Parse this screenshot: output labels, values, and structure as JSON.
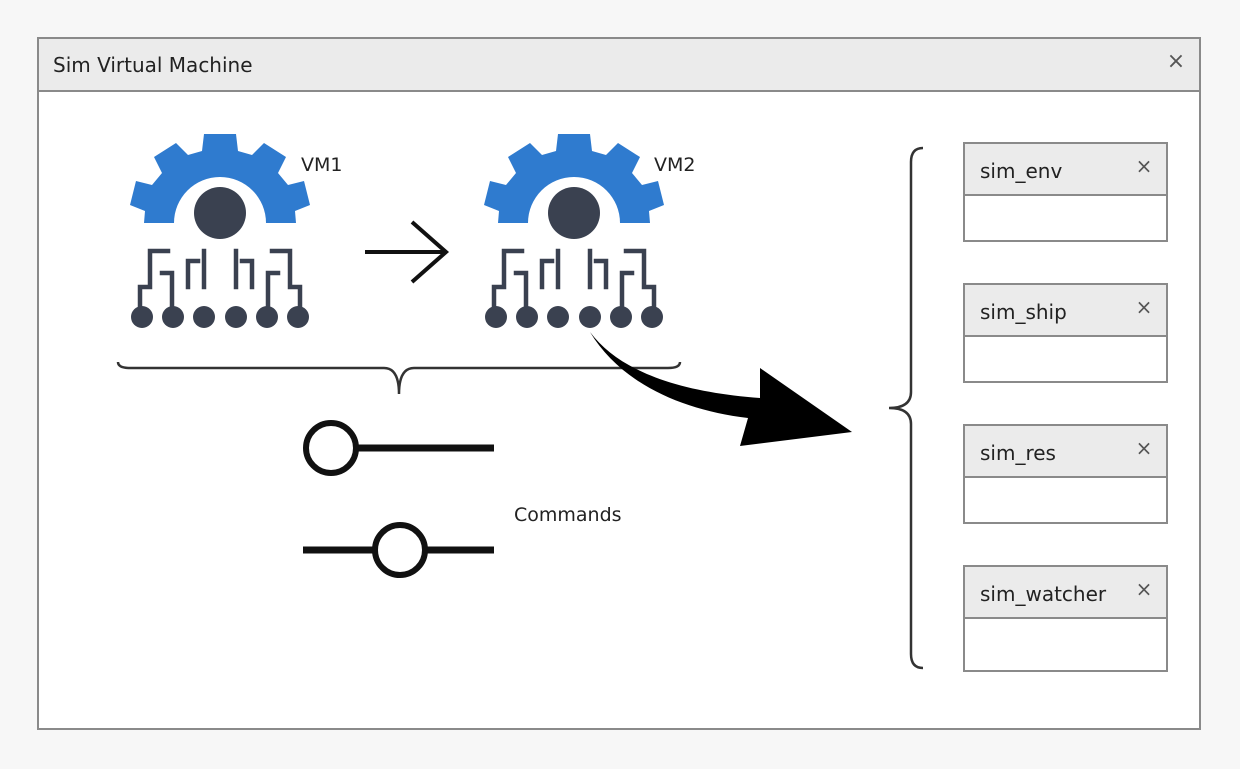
{
  "window": {
    "title": "Sim Virtual Machine",
    "close_glyph": "×"
  },
  "diagram": {
    "vm1_label": "VM1",
    "vm2_label": "VM2",
    "commands_label": "Commands",
    "icon_colors": {
      "gear": "#2f7bcf",
      "core": "#3a4150",
      "lines": "#3a4150"
    },
    "arrow_between_vms": "right-arrow-icon",
    "curved_arrow": "curved-arrow-icon"
  },
  "panels": [
    {
      "title": "sim_env",
      "close_glyph": "×"
    },
    {
      "title": "sim_ship",
      "close_glyph": "×"
    },
    {
      "title": "sim_res",
      "close_glyph": "×"
    },
    {
      "title": "sim_watcher",
      "close_glyph": "×"
    }
  ]
}
